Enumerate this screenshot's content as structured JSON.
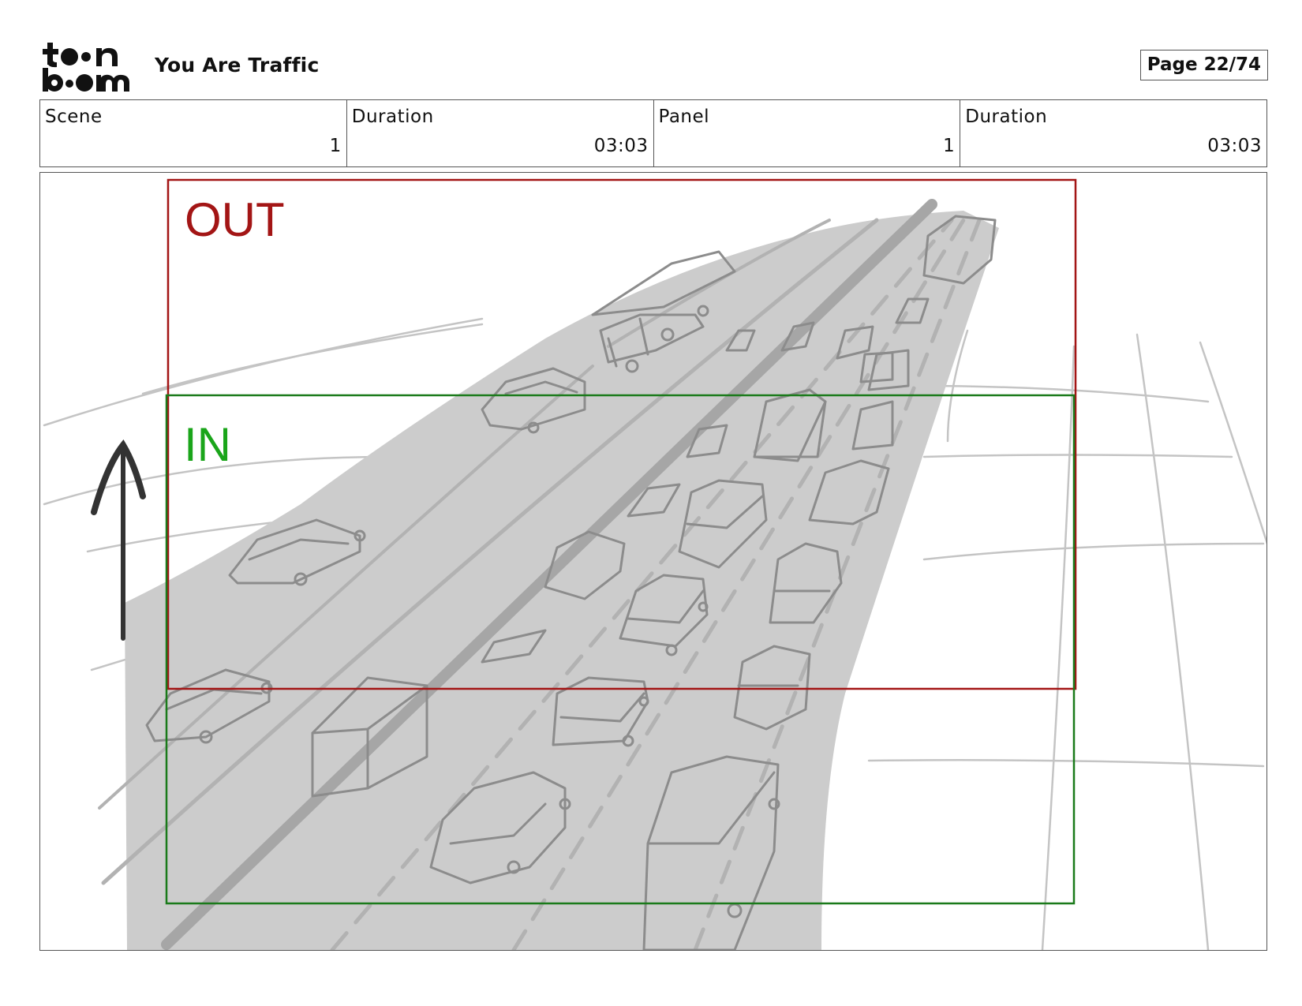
{
  "header": {
    "logo_text_top": "toon",
    "logo_text_bottom": "boom",
    "project_title": "You Are Traffic",
    "page_indicator": "Page 22/74"
  },
  "info": {
    "scene_label": "Scene",
    "scene_value": "1",
    "scene_duration_label": "Duration",
    "scene_duration_value": "03:03",
    "panel_label": "Panel",
    "panel_value": "1",
    "panel_duration_label": "Duration",
    "panel_duration_value": "03:03"
  },
  "panel": {
    "out_label": "OUT",
    "in_label": "IN",
    "colors": {
      "out_frame": "#a31515",
      "in_frame": "#1a7a1a",
      "in_text": "#1aa51a",
      "road": "#cccccc",
      "sketch": "#8c8c8c",
      "arrow": "#333333"
    }
  }
}
